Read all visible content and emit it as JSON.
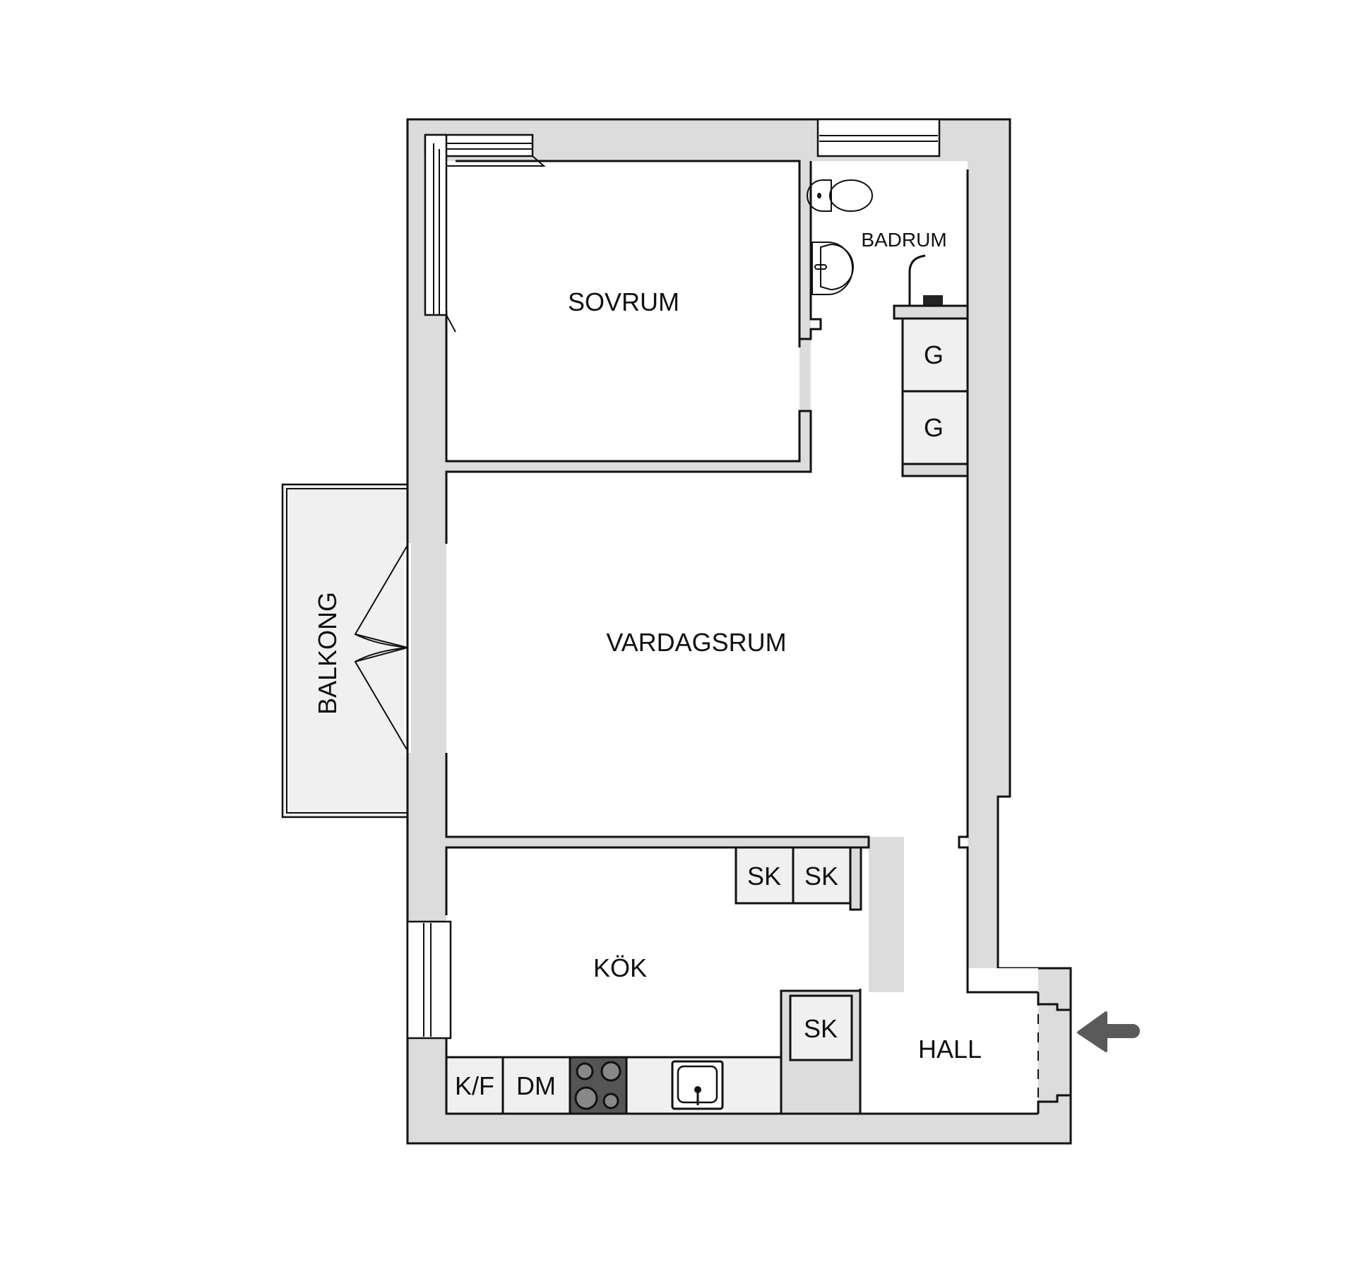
{
  "plan": {
    "rooms": {
      "sovrum": "SOVRUM",
      "badrum": "BADRUM",
      "vardagsrum": "VARDAGSRUM",
      "balkong": "BALKONG",
      "kok": "KÖK",
      "hall": "HALL"
    },
    "cabinets": {
      "g1": "G",
      "g2": "G",
      "sk1": "SK",
      "sk2": "SK",
      "sk3": "SK",
      "kf": "K/F",
      "dm": "DM"
    },
    "fixtures": [
      "toilet-icon",
      "washbasin-icon",
      "shower-icon",
      "stove-icon",
      "sink-icon"
    ],
    "entrance_arrow": "arrow-left-icon",
    "colors": {
      "wall": "#dcdcdc",
      "cabinet": "#f0f0f0",
      "stove": "#555555",
      "arrow": "#5a5a5a",
      "line": "#111111"
    }
  }
}
